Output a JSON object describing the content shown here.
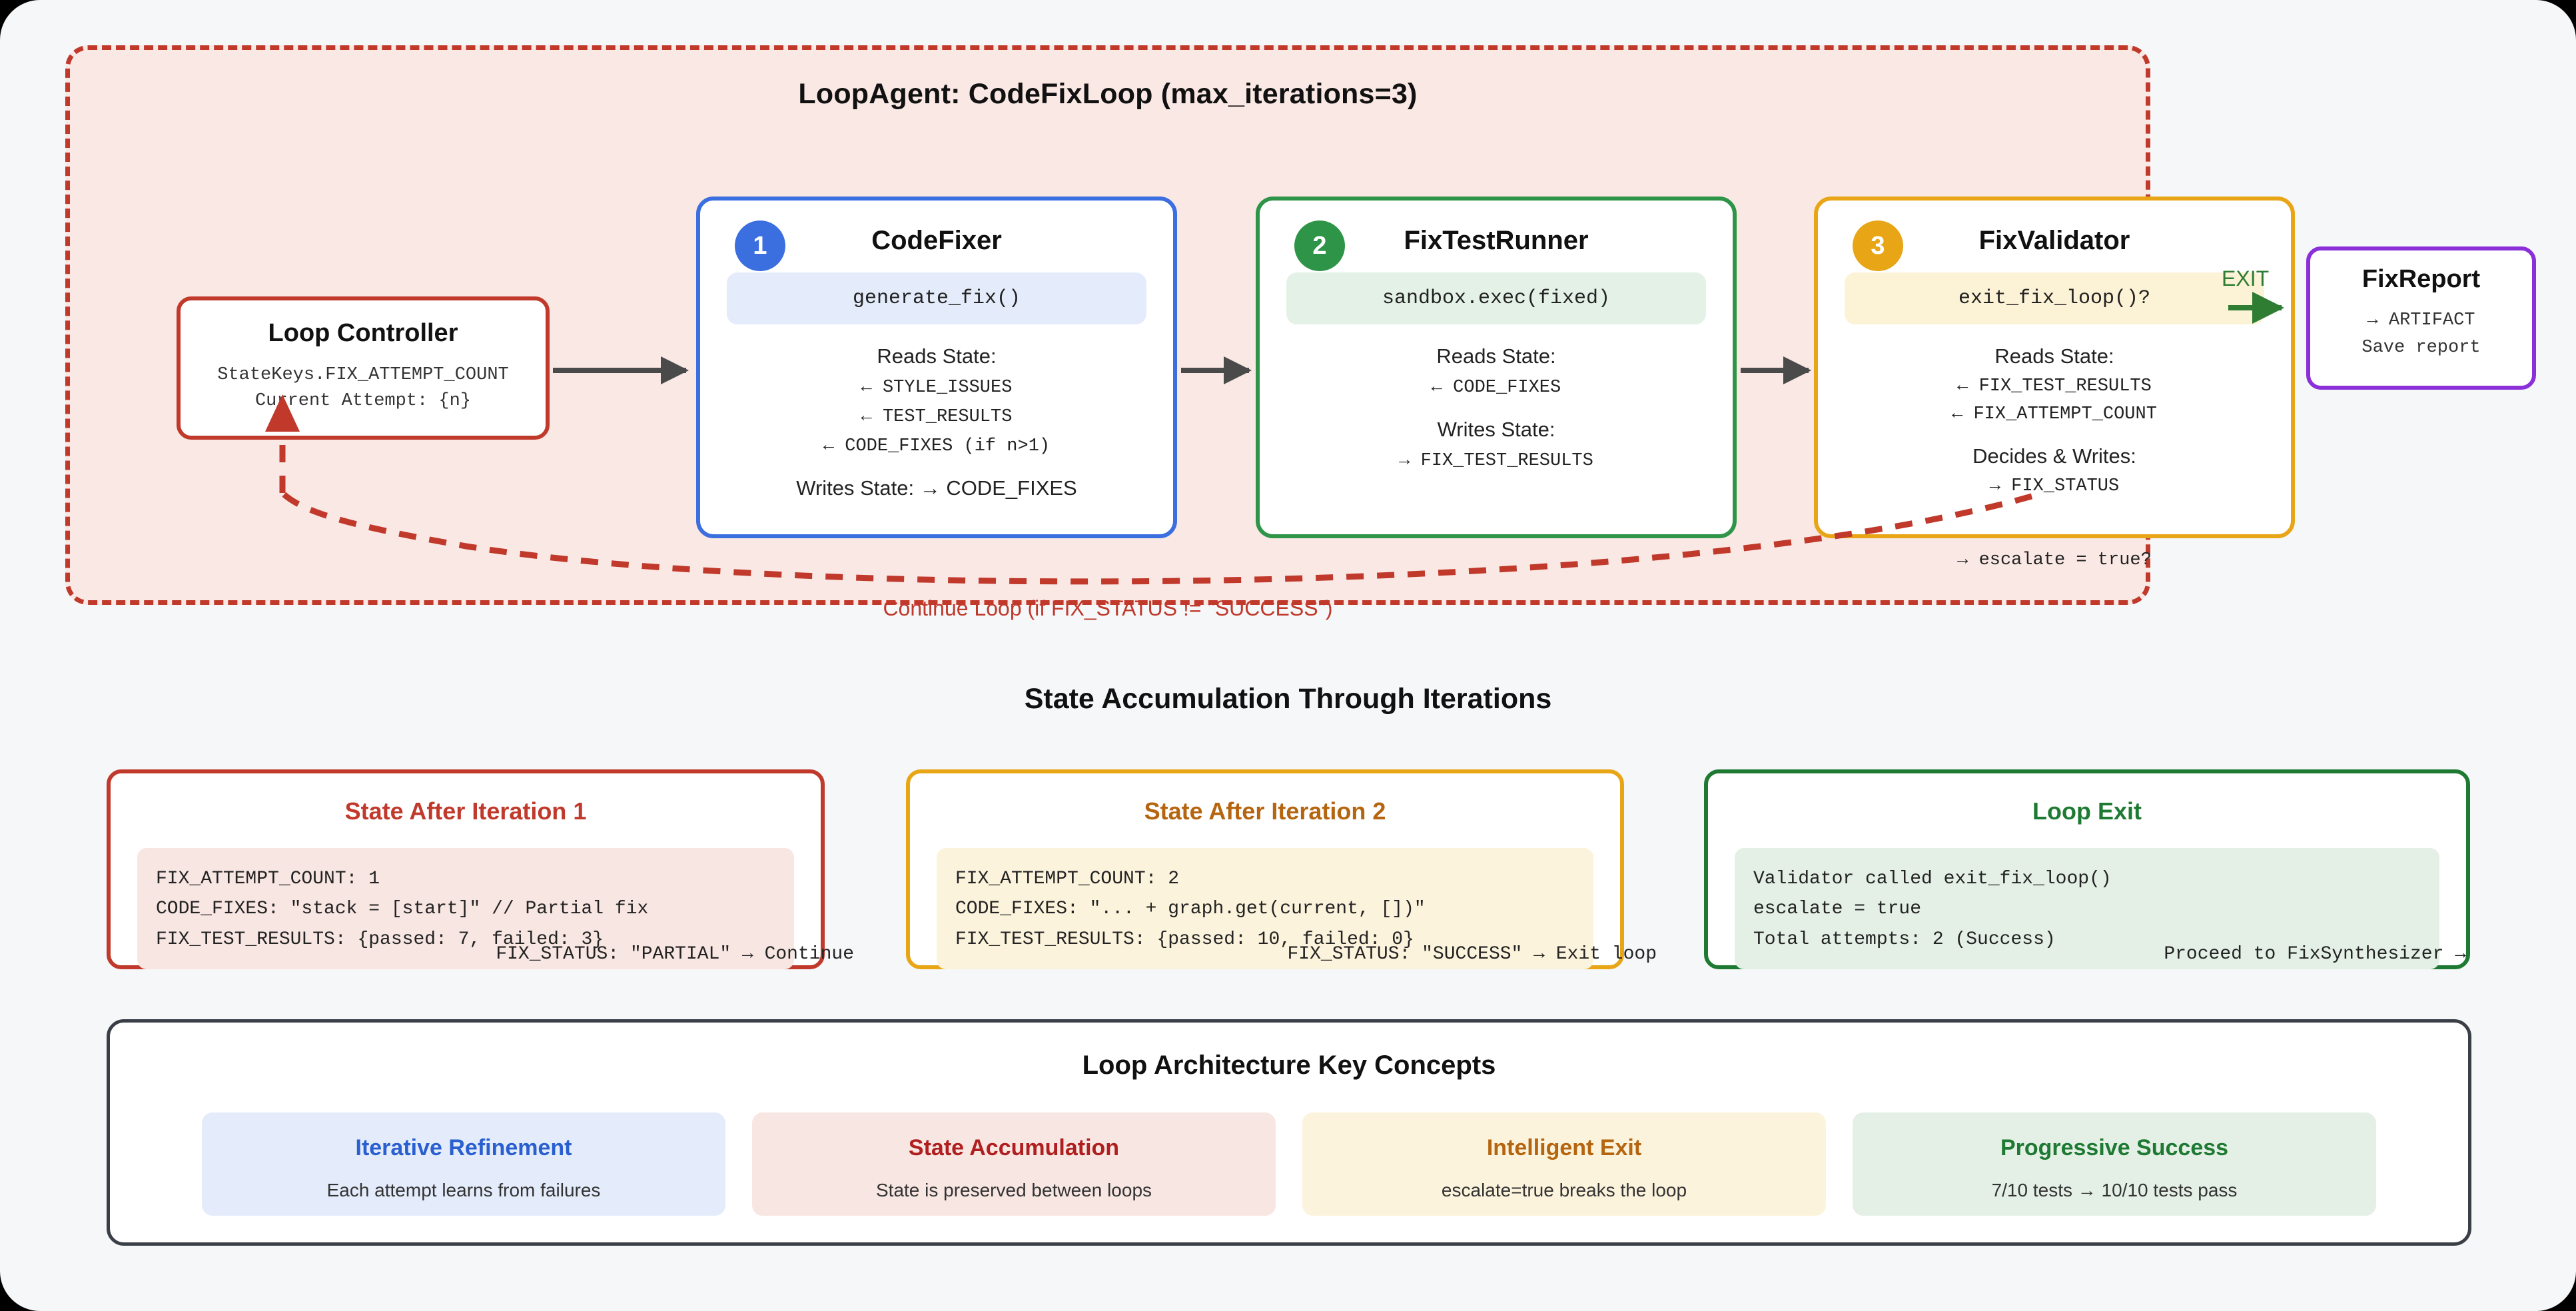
{
  "loop": {
    "title": "LoopAgent: CodeFixLoop (max_iterations=3)",
    "continue_label": "Continue Loop (if FIX_STATUS != \"SUCCESS\")",
    "exit_label": "EXIT"
  },
  "controller": {
    "title": "Loop Controller",
    "line1": "StateKeys.FIX_ATTEMPT_COUNT",
    "line2": "Current Attempt: {n}"
  },
  "agents": [
    {
      "number": "1",
      "name": "CodeFixer",
      "call": "generate_fix()",
      "reads_label": "Reads State:",
      "reads": [
        "← STYLE_ISSUES",
        "← TEST_RESULTS",
        "← CODE_FIXES (if n>1)"
      ],
      "writes_label": "Writes State: → CODE_FIXES",
      "color": "#3b6fe0"
    },
    {
      "number": "2",
      "name": "FixTestRunner",
      "call": "sandbox.exec(fixed)",
      "reads_label": "Reads State:",
      "reads": [
        "← CODE_FIXES"
      ],
      "writes_label": "Writes State:",
      "writes": [
        "→ FIX_TEST_RESULTS"
      ],
      "color": "#2e9448"
    },
    {
      "number": "3",
      "name": "FixValidator",
      "call": "exit_fix_loop()?",
      "reads_label": "Reads State:",
      "reads": [
        "← FIX_TEST_RESULTS",
        "← FIX_ATTEMPT_COUNT"
      ],
      "writes_label": "Decides & Writes:",
      "writes": [
        "→ FIX_STATUS"
      ],
      "overflow": "→ escalate = true?",
      "color": "#e8a617"
    }
  ],
  "report": {
    "title": "FixReport",
    "line1": "→ ARTIFACT",
    "line2": "Save report"
  },
  "state_section": {
    "title": "State Accumulation Through Iterations",
    "cards": [
      {
        "title": "State After Iteration 1",
        "lines": [
          "FIX_ATTEMPT_COUNT: 1",
          "CODE_FIXES: \"stack = [start]\" // Partial fix",
          "FIX_TEST_RESULTS: {passed: 7, failed: 3}"
        ],
        "footer": "FIX_STATUS: \"PARTIAL\" → Continue",
        "accent": "#c0392b"
      },
      {
        "title": "State After Iteration 2",
        "lines": [
          "FIX_ATTEMPT_COUNT: 2",
          "CODE_FIXES: \"... + graph.get(current, [])\"",
          "FIX_TEST_RESULTS: {passed: 10, failed: 0}"
        ],
        "footer": "FIX_STATUS: \"SUCCESS\" → Exit loop",
        "accent": "#e8a617"
      },
      {
        "title": "Loop Exit",
        "lines": [
          "Validator called exit_fix_loop()",
          "escalate = true",
          "Total attempts: 2 (Success)"
        ],
        "footer": "Proceed to FixSynthesizer →",
        "accent": "#1e7a32"
      }
    ]
  },
  "concepts": {
    "title": "Loop Architecture Key Concepts",
    "cards": [
      {
        "heading": "Iterative Refinement",
        "desc": "Each attempt learns from failures"
      },
      {
        "heading": "State Accumulation",
        "desc": "State is preserved between loops"
      },
      {
        "heading": "Intelligent Exit",
        "desc": "escalate=true breaks the loop"
      },
      {
        "heading": "Progressive Success",
        "desc": "7/10 tests → 10/10 tests pass"
      }
    ]
  }
}
